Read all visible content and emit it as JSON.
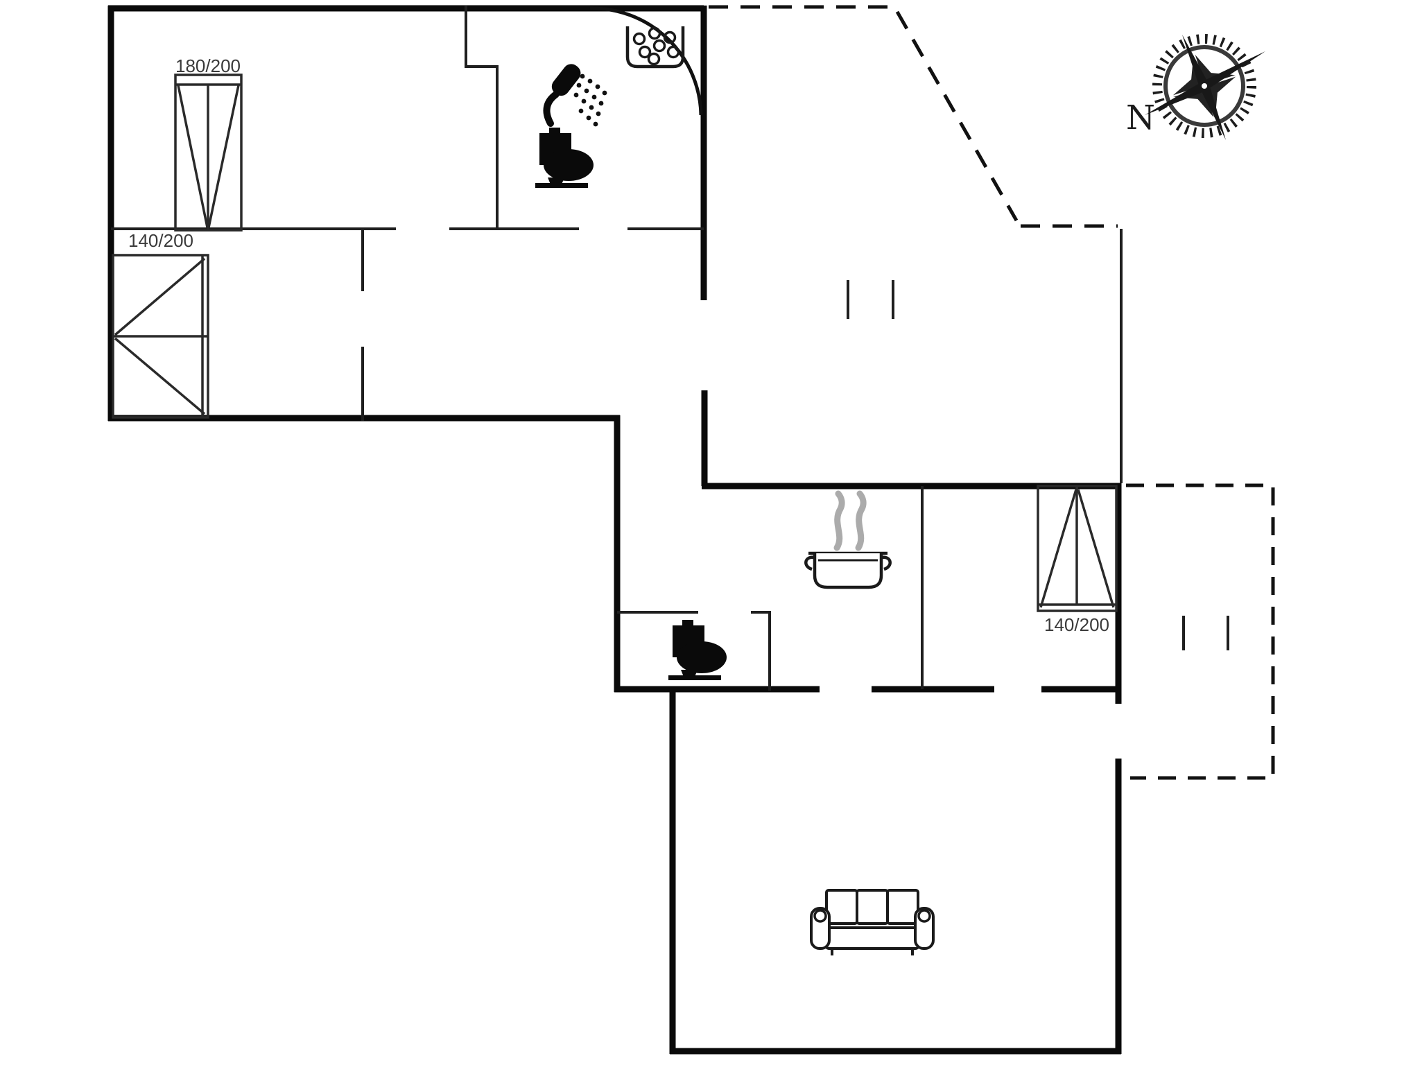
{
  "page": {
    "background": "#ffffff",
    "type": "holiday-home-floor-plan"
  },
  "colors": {
    "wall": "#0a0a0a",
    "thin_line": "#1f1f1f",
    "label_text": "#3a3a3a",
    "steam_gray": "#ababab",
    "compass_dark": "#1c1c1c"
  },
  "labels": {
    "bed_master_size": "180/200",
    "bed_left_size": "140/200",
    "bed_right_size": "140/200",
    "compass_north": "N"
  },
  "icons": {
    "shower": "handheld-shower-head-with-spray",
    "corner_shower": "quarter-circle-shower-enclosure-with-pebble-tray",
    "toilet_bathroom": "toilet-silhouette",
    "toilet_wc": "toilet-silhouette",
    "cooking_pot": "steaming-cooking-pot",
    "sofa": "three-seat-sofa",
    "compass": "compass-rose-needle-pointing-to-N"
  }
}
